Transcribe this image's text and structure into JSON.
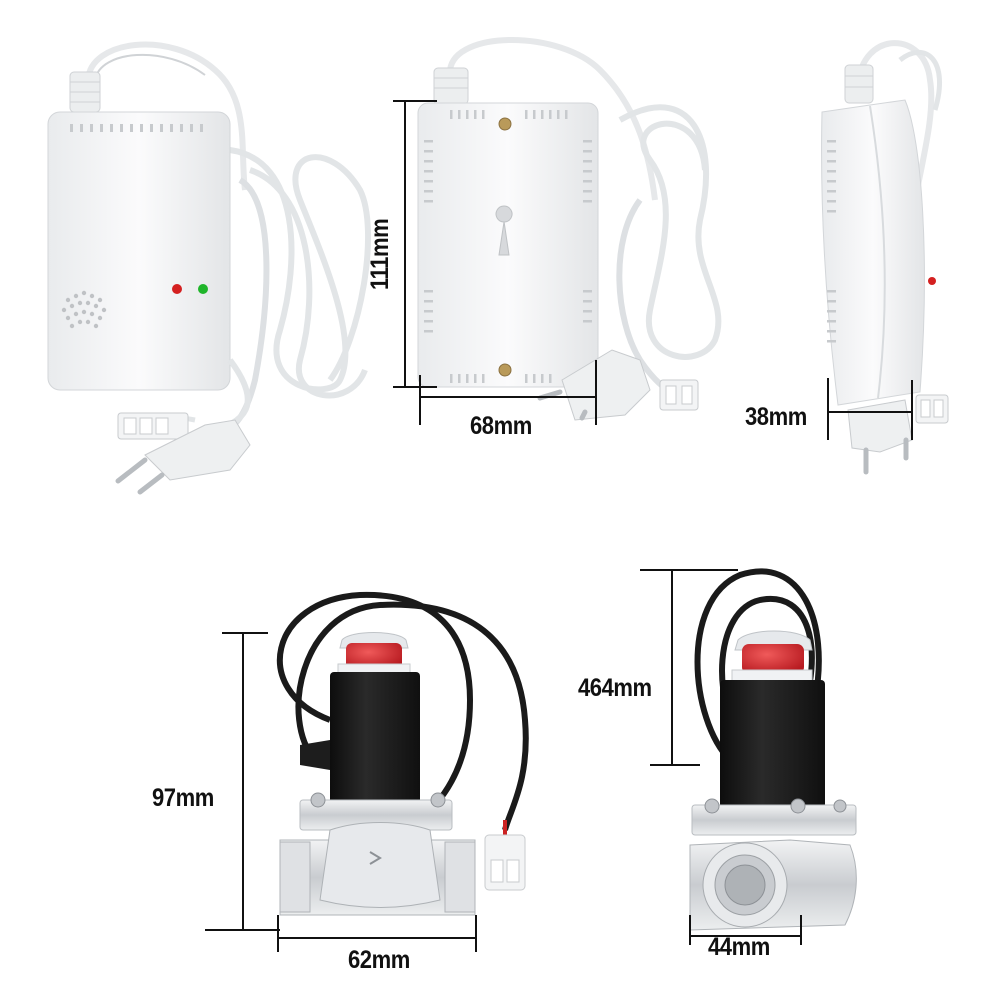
{
  "dimensions": {
    "detector_height": "111mm",
    "detector_width": "68mm",
    "detector_depth": "38mm",
    "valve_height": "97mm",
    "valve_length": "62mm",
    "valve_side_height": "464mm",
    "valve_width": "44mm"
  },
  "colors": {
    "body_white": "#f4f5f6",
    "cable_white": "#eceeef",
    "cable_black": "#1a1a1a",
    "metal": "#d7dadd",
    "led_red": "#d42020",
    "led_green": "#1fb52a",
    "button_red": "#d8292f"
  }
}
